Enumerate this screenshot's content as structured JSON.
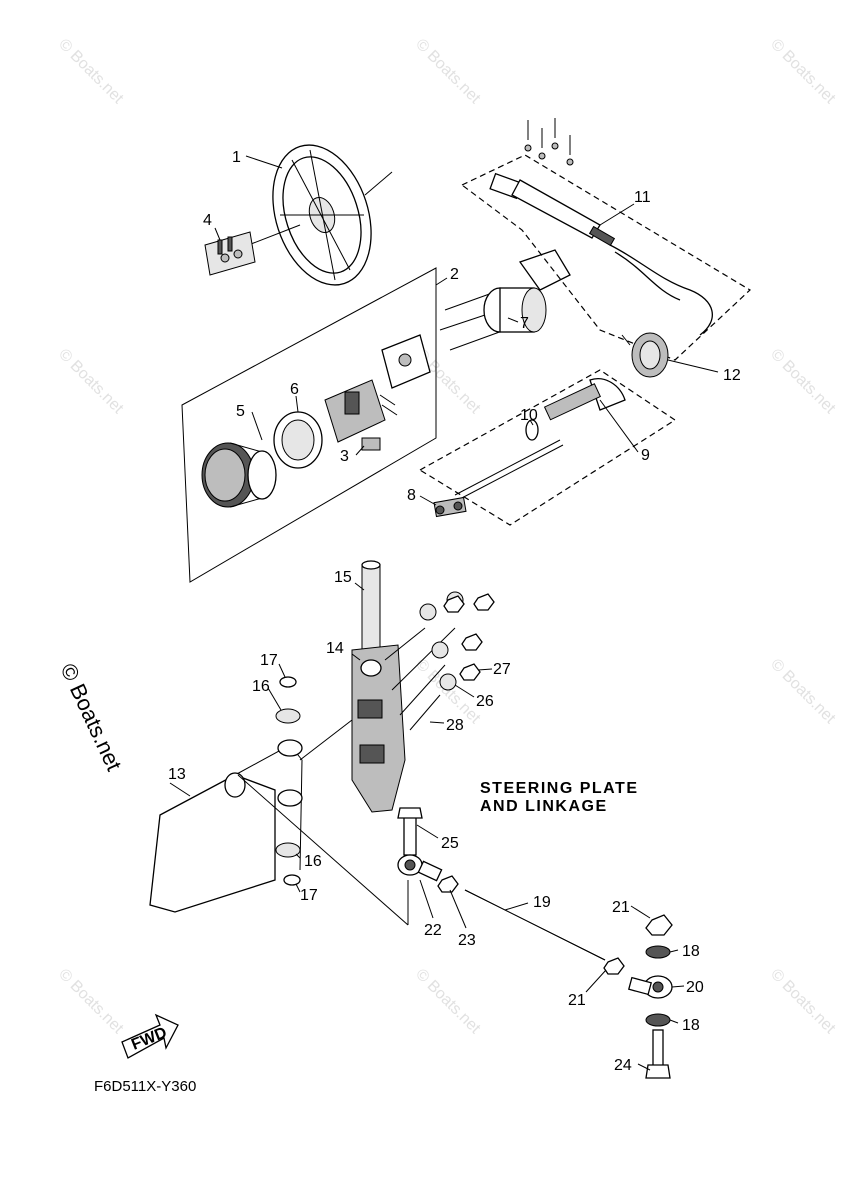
{
  "title_lines": [
    "STEERING PLATE",
    "AND LINKAGE"
  ],
  "diagram_code": "F6D511X-Y360",
  "watermark": "© Boats.net",
  "fwd_label": "FWD",
  "callouts": {
    "c1": "1",
    "c2": "2",
    "c3": "3",
    "c4": "4",
    "c5": "5",
    "c6": "6",
    "c7": "7",
    "c8": "8",
    "c9": "9",
    "c10": "10",
    "c11": "11",
    "c12": "12",
    "c13": "13",
    "c14": "14",
    "c15": "15",
    "c16a": "16",
    "c16b": "16",
    "c17a": "17",
    "c17b": "17",
    "c18a": "18",
    "c18b": "18",
    "c19": "19",
    "c20": "20",
    "c21a": "21",
    "c21b": "21",
    "c22": "22",
    "c23": "23",
    "c24": "24",
    "c25": "25",
    "c26": "26",
    "c27": "27",
    "c28": "28"
  }
}
